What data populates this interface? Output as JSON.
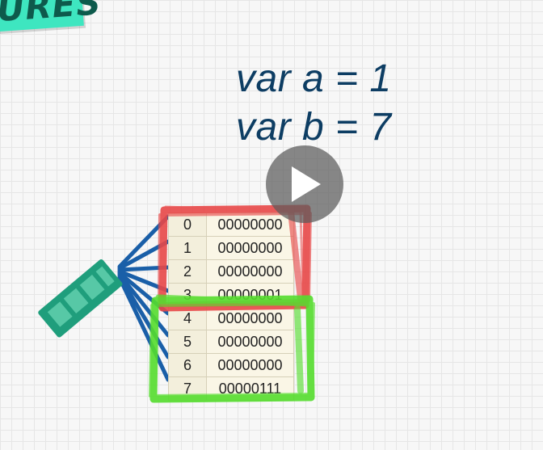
{
  "badge": {
    "text": "URES"
  },
  "code": {
    "line1": "var a = 1",
    "line2": "var b = 7"
  },
  "memory": {
    "rows": [
      {
        "index": "0",
        "bits": "00000000"
      },
      {
        "index": "1",
        "bits": "00000000"
      },
      {
        "index": "2",
        "bits": "00000000"
      },
      {
        "index": "3",
        "bits": "00000001"
      },
      {
        "index": "4",
        "bits": "00000000"
      },
      {
        "index": "5",
        "bits": "00000000"
      },
      {
        "index": "6",
        "bits": "00000000"
      },
      {
        "index": "7",
        "bits": "00000111"
      }
    ]
  },
  "colors": {
    "code_text": "#0d3d63",
    "highlight_a": "#e84848",
    "highlight_b": "#55dd2e",
    "ram_chip": "#1f9e7c",
    "bus_lines": "#1a5fa8",
    "badge": "#3ee6c0"
  },
  "icons": {
    "play": "play-icon",
    "chip": "ram-chip-icon"
  }
}
